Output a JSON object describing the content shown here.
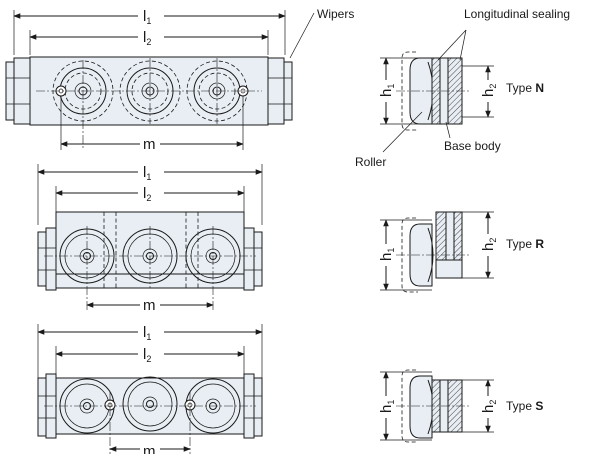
{
  "colors": {
    "body_fill": "#e8eef4",
    "line": "#1a1a1a",
    "background": "#ffffff"
  },
  "callouts": {
    "wipers": "Wipers",
    "longitudinal_sealing": "Longitudinal sealing",
    "roller": "Roller",
    "base_body": "Base body"
  },
  "dimensions": {
    "l": "l",
    "h": "h",
    "m": "m",
    "sub1": "1",
    "sub2": "2"
  },
  "types": [
    {
      "prefix": "Type ",
      "letter": "N"
    },
    {
      "prefix": "Type ",
      "letter": "R"
    },
    {
      "prefix": "Type ",
      "letter": "S"
    }
  ]
}
